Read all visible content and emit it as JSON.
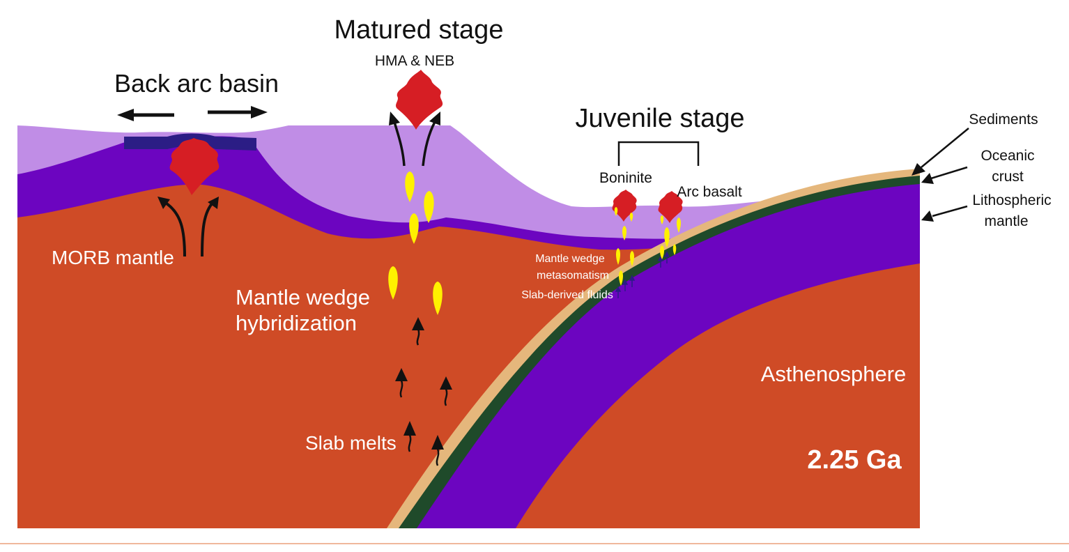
{
  "labels": {
    "matured_stage": "Matured stage",
    "hma_neb": "HMA & NEB",
    "back_arc_basin": "Back arc basin",
    "juvenile_stage": "Juvenile stage",
    "boninite": "Boninite",
    "arc_basalt": "Arc basalt",
    "sediments": "Sediments",
    "oceanic_crust_line1": "Oceanic",
    "oceanic_crust_line2": "crust",
    "lithospheric_mantle_line1": "Lithospheric",
    "lithospheric_mantle_line2": "mantle",
    "morb_mantle": "MORB mantle",
    "mantle_wedge_hybridization_line1": "Mantle wedge",
    "mantle_wedge_hybridization_line2": "hybridization",
    "mantle_wedge_metasomatism_line1": "Mantle wedge",
    "mantle_wedge_metasomatism_line2": "metasomatism",
    "slab_derived_fluids": "Slab-derived fluids",
    "slab_melts": "Slab melts",
    "asthenosphere": "Asthenosphere",
    "age": "2.25 Ga"
  },
  "colors": {
    "asthenosphere": "#cf4b26",
    "lithospheric_mantle": "#6c05c0",
    "arc_crust": "#c08de6",
    "sediments": "#e5b77c",
    "oceanic_crust": "#1f4a2a",
    "back_arc_crust": "#2b1d85",
    "magma": "#d61e24",
    "melt_drop": "#fff100",
    "arrows": "#111111"
  }
}
